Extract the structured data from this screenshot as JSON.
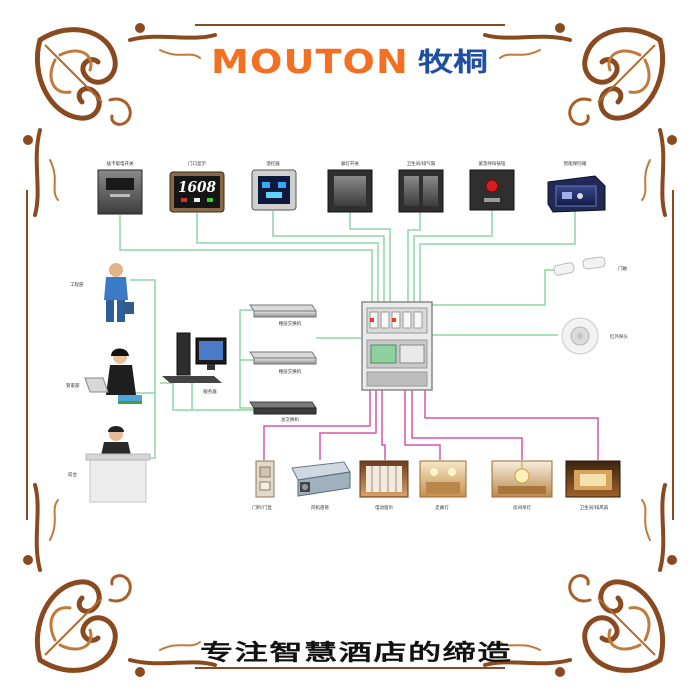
{
  "brand": {
    "name_en": "MOUTON",
    "name_cn": "牧桐",
    "color_orange": "#f36f21",
    "color_blue": "#1f4fa3"
  },
  "slogan": "专注智慧酒店的缔造",
  "colors": {
    "line_green": "#8fd6a6",
    "line_pink": "#d957a8",
    "frame_brown": "#8a4a1f"
  },
  "top_devices": [
    {
      "label": "插卡取电开关",
      "icon": "card-switch-icon"
    },
    {
      "label": "门口显示",
      "icon": "door-display-icon"
    },
    {
      "label": "温控器",
      "icon": "thermostat-icon"
    },
    {
      "label": "廊灯开关",
      "icon": "light-switch-icon"
    },
    {
      "label": "卫生间/排气扇",
      "icon": "double-switch-icon"
    },
    {
      "label": "紧急呼叫按钮",
      "icon": "emergency-button-icon"
    },
    {
      "label": "智能保险箱",
      "icon": "safe-icon"
    }
  ],
  "door_display_number": "1608",
  "left_people": [
    {
      "label": "工程部",
      "icon": "engineer-person-icon"
    },
    {
      "label": "管家部",
      "icon": "housekeeping-person-icon"
    },
    {
      "label": "前台",
      "icon": "reception-person-icon"
    }
  ],
  "server": {
    "label": "服务器",
    "icon": "server-computer-icon"
  },
  "switches": [
    {
      "label": "楼层交换机",
      "icon": "network-switch-icon"
    },
    {
      "label": "楼层交换机",
      "icon": "network-switch-icon"
    },
    {
      "label": "总交换机",
      "icon": "network-switch-icon"
    }
  ],
  "controller": {
    "icon": "room-controller-icon"
  },
  "right_devices": [
    {
      "label": "门磁",
      "icon": "door-sensor-icon"
    },
    {
      "label": "红外探头",
      "icon": "infrared-sensor-icon"
    }
  ],
  "bottom_devices": [
    {
      "label": "风机盘管",
      "icon": "fan-coil-icon"
    },
    {
      "label": "电动窗帘",
      "icon": "curtain-icon"
    },
    {
      "label": "走廊灯",
      "icon": "corridor-light-icon"
    },
    {
      "label": "房间吊灯",
      "icon": "chandelier-icon"
    },
    {
      "label": "卫生间/排风扇",
      "icon": "bathroom-fan-icon"
    }
  ],
  "door_bell": {
    "label": "门铃/门显",
    "icon": "doorbell-icon"
  }
}
